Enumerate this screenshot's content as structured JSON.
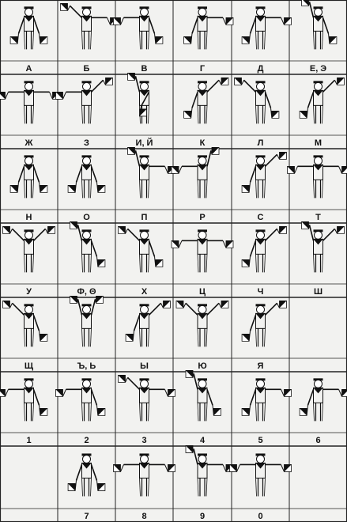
{
  "rows": [
    [
      "А",
      "Б",
      "В",
      "Г",
      "Д",
      "Е, Э"
    ],
    [
      "Ж",
      "З",
      "И, Й",
      "К",
      "Л",
      "М"
    ],
    [
      "Н",
      "О",
      "П",
      "Р",
      "С",
      "Т"
    ],
    [
      "У",
      "Ф, Θ",
      "Х",
      "Ц",
      "Ч",
      "Ш"
    ],
    [
      "Щ",
      "Ъ, Ь",
      "Ы",
      "Ю",
      "Я",
      ""
    ],
    [
      "1",
      "2",
      "3",
      "4",
      "5",
      "6"
    ],
    [
      "",
      "7",
      "8",
      "9",
      "0",
      ""
    ]
  ],
  "poses": [
    [
      [
        "down",
        "down"
      ],
      [
        "up45",
        "out"
      ],
      [
        "out",
        "down"
      ],
      [
        "down",
        "out"
      ],
      [
        "down",
        "out"
      ],
      [
        "up",
        "down"
      ]
    ],
    [
      [
        "out",
        "out"
      ],
      [
        "out",
        "up45"
      ],
      [
        "up",
        "in"
      ],
      [
        "down",
        "up45"
      ],
      [
        "up45",
        "down"
      ],
      [
        "down",
        "up45"
      ]
    ],
    [
      [
        "down",
        "down"
      ],
      [
        "down",
        "down"
      ],
      [
        "up",
        "out"
      ],
      [
        "out",
        "up"
      ],
      [
        "down",
        "up45"
      ],
      [
        "out",
        "out"
      ]
    ],
    [
      [
        "up45",
        "up45"
      ],
      [
        "up",
        "down"
      ],
      [
        "up45",
        "down"
      ],
      [
        "out",
        "out"
      ],
      [
        "down",
        "up45"
      ],
      [
        "up",
        "up45"
      ]
    ],
    [
      [
        "up45",
        "down"
      ],
      [
        "up",
        "up"
      ],
      [
        "down",
        "up45"
      ],
      [
        "up45",
        "up45"
      ],
      [
        "down",
        "up45"
      ],
      [
        "none",
        "none"
      ]
    ],
    [
      [
        "out",
        "down"
      ],
      [
        "out",
        "down"
      ],
      [
        "up45",
        "out"
      ],
      [
        "up",
        "down"
      ],
      [
        "down",
        "out"
      ],
      [
        "down",
        "out"
      ]
    ],
    [
      [
        "none",
        "none"
      ],
      [
        "down",
        "down"
      ],
      [
        "out",
        "out"
      ],
      [
        "up",
        "out"
      ],
      [
        "out",
        "out"
      ],
      [
        "none",
        "none"
      ]
    ]
  ],
  "colors": {
    "ink": "#111111",
    "paper": "#f2f2f0",
    "grid": "#222222"
  }
}
